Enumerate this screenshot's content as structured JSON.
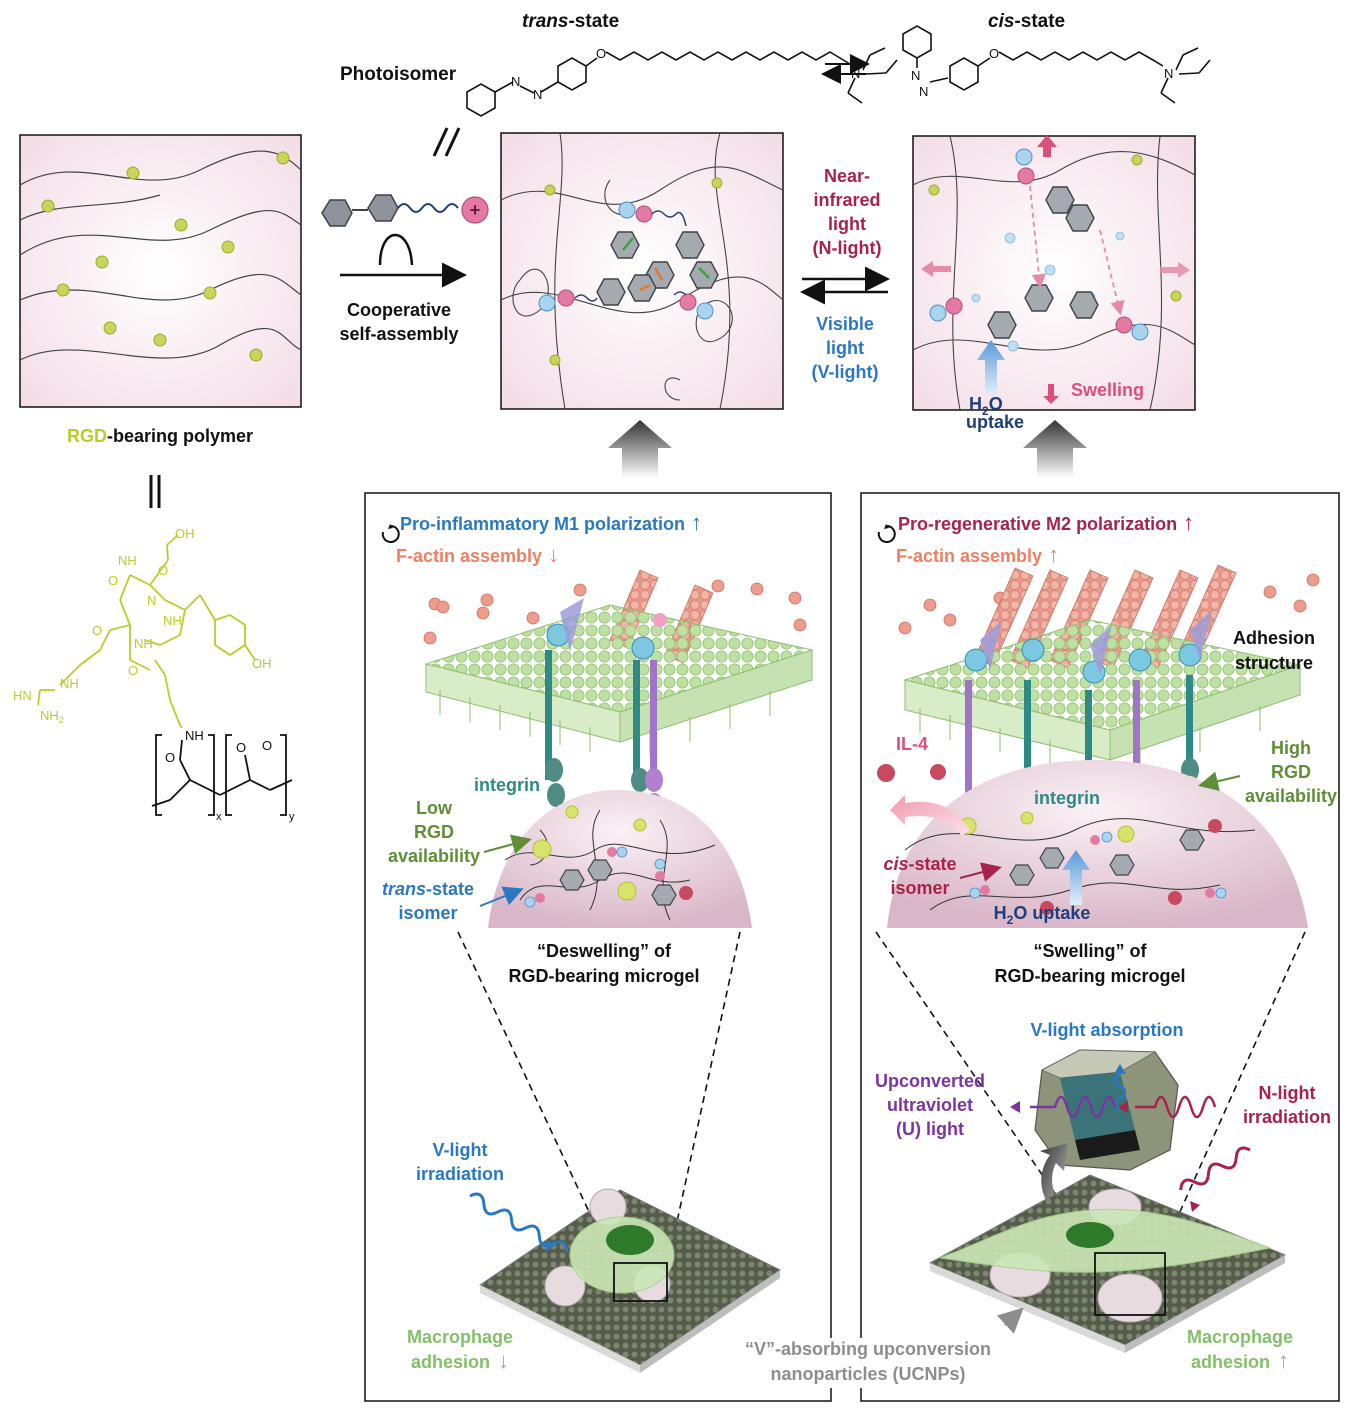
{
  "header": {
    "photoisomer": "Photoisomer",
    "trans_italic": "trans",
    "trans_suffix": "-state",
    "cis_italic": "cis",
    "cis_suffix": "-state"
  },
  "panels": {
    "polymer_label_rgd": "RGD",
    "polymer_label_suffix": "-bearing polymer",
    "assembly_line1": "Cooperative",
    "assembly_line2": "self-assembly",
    "nir_line1": "Near-",
    "nir_line2": "infrared",
    "nir_line3": "light",
    "nir_line4": "(N-light)",
    "vis_line1": "Visible",
    "vis_line2": "light",
    "vis_line3": "(V-light)",
    "swelling": "Swelling",
    "h2o_line2": "uptake"
  },
  "chem": {
    "oh": "OH",
    "nh": "NH",
    "n": "N",
    "hn": "HN",
    "nh2": "NH",
    "o": "O",
    "x": "x",
    "y": "y",
    "h": "H",
    "two": "2"
  },
  "left_box": {
    "title_blue": "Pro-inflammatory M1 polarization",
    "title_arrow": "↑",
    "factin": "F-actin assembly",
    "factin_arrow": "↓",
    "integrin": "integrin",
    "low_rgd_1": "Low",
    "low_rgd_2": "RGD",
    "low_rgd_3": "availability",
    "trans_italic": "trans",
    "trans_suffix": "-state",
    "isomer": "isomer",
    "deswelling_1": "“Deswelling” of",
    "deswelling_2": "RGD-bearing microgel",
    "vlight_1": "V-light",
    "vlight_2": "irradiation",
    "macro_1": "Macrophage",
    "macro_2": "adhesion",
    "macro_arrow": "↓"
  },
  "right_box": {
    "title_red": "Pro-regenerative M2 polarization",
    "title_arrow": "↑",
    "factin": "F-actin assembly",
    "factin_arrow": "↑",
    "adhesion_1": "Adhesion",
    "adhesion_2": "structure",
    "il4": "IL-4",
    "integrin": "integrin",
    "high_rgd_1": "High",
    "high_rgd_2": "RGD",
    "high_rgd_3": "availability",
    "cis_italic": "cis",
    "cis_suffix": "-state",
    "isomer": "isomer",
    "h2o_uptake_suffix": "O uptake",
    "swelling_1": "“Swelling” of",
    "swelling_2": "RGD-bearing microgel",
    "vabs": "V-light absorption",
    "upconv_1": "Upconverted",
    "upconv_2": "ultraviolet",
    "upconv_3": "(U) light",
    "nlight_1": "N-light",
    "nlight_2": "irradiation",
    "macro_1": "Macrophage",
    "macro_2": "adhesion",
    "macro_arrow": "↑"
  },
  "ucnp_1": "“V”-absorbing upconversion",
  "ucnp_2": "nanoparticles (UCNPs)",
  "colors": {
    "rgd_green": "#b9cc2a",
    "blue_text": "#2b78c2",
    "crimson_text": "#a8234c",
    "pink_text": "#d9507a",
    "salmon": "#ef7f62",
    "olive_green": "#5e8e35",
    "light_green": "#84c06a",
    "teal": "#2f8a86",
    "purple": "#7b35a0",
    "gray_text": "#8d8d8d"
  }
}
